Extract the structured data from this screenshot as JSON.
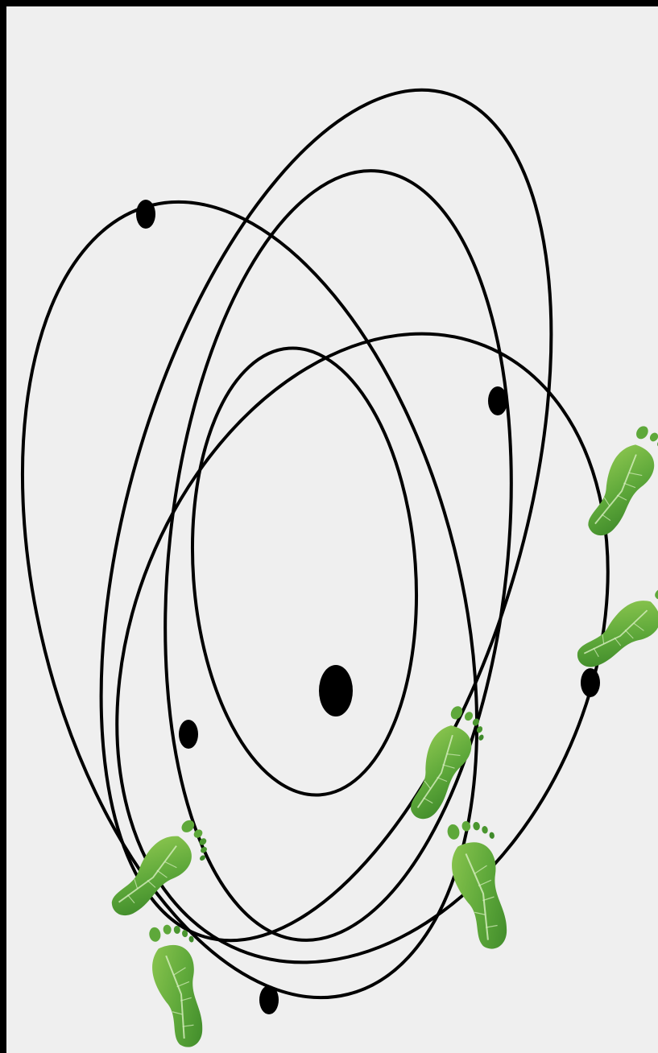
{
  "image": {
    "background_color": "#efefef",
    "border_color": "#000000",
    "line_color": "#000000",
    "leaf_color_dark": "#3f8a2a",
    "leaf_color_mid": "#5ea83a",
    "leaf_color_light": "#8cc64f",
    "leaf_vein_color": "#d8efc0",
    "elements": {
      "orbit_count": 5,
      "planet_dot_count": 6,
      "footprint_count": 6
    }
  }
}
